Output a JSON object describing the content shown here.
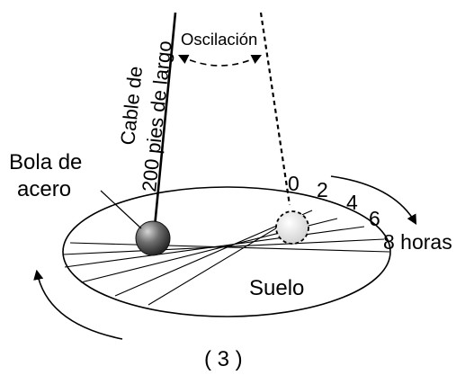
{
  "labels": {
    "oscillation": "Oscilación",
    "cable_line1": "Cable de",
    "cable_line2": "200 pies de largo",
    "ball_line1": "Bola de",
    "ball_line2": "acero",
    "hour_0": "0",
    "hour_2": "2",
    "hour_4": "4",
    "hour_6": "6",
    "hour_8": "8 horas",
    "floor": "Suelo",
    "figure_number": "( 3 )"
  },
  "icons": {
    "ball": "steel-ball-icon",
    "ghost_ball": "ghost-ball-icon",
    "rotation_arrow": "rotation-arrow-icon"
  },
  "colors": {
    "ink": "#000000",
    "ball_dark": "#2a2a2a",
    "ball_light": "#a8a8a8",
    "ghost_fill": "#e2e2e2"
  }
}
